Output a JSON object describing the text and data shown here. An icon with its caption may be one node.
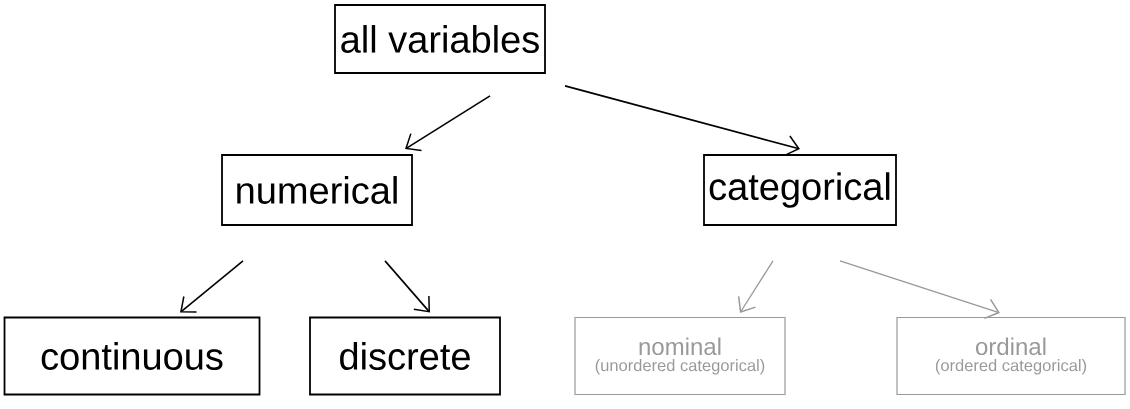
{
  "diagram": {
    "nodes": [
      {
        "text": [
          "all variables"
        ]
      },
      {
        "text": [
          "numerical"
        ]
      },
      {
        "text": [
          "categorical"
        ]
      },
      {
        "text": [
          "continuous"
        ]
      },
      {
        "text": [
          "discrete"
        ]
      },
      {
        "text": [
          "nominal",
          "(unordered categorical)"
        ]
      },
      {
        "text": [
          "ordinal",
          "(ordered categorical)"
        ]
      }
    ],
    "edges": [
      {
        "from": 0,
        "to": 1,
        "arrow": "to"
      },
      {
        "from": 0,
        "to": 2,
        "arrow": "to"
      },
      {
        "from": 1,
        "to": 3,
        "arrow": "to"
      },
      {
        "from": 1,
        "to": 4,
        "arrow": "to"
      },
      {
        "from": 2,
        "to": 5,
        "arrow": "to",
        "color": "#999999"
      },
      {
        "from": 2,
        "to": 6,
        "arrow": "to",
        "color": "#999999"
      }
    ]
  }
}
